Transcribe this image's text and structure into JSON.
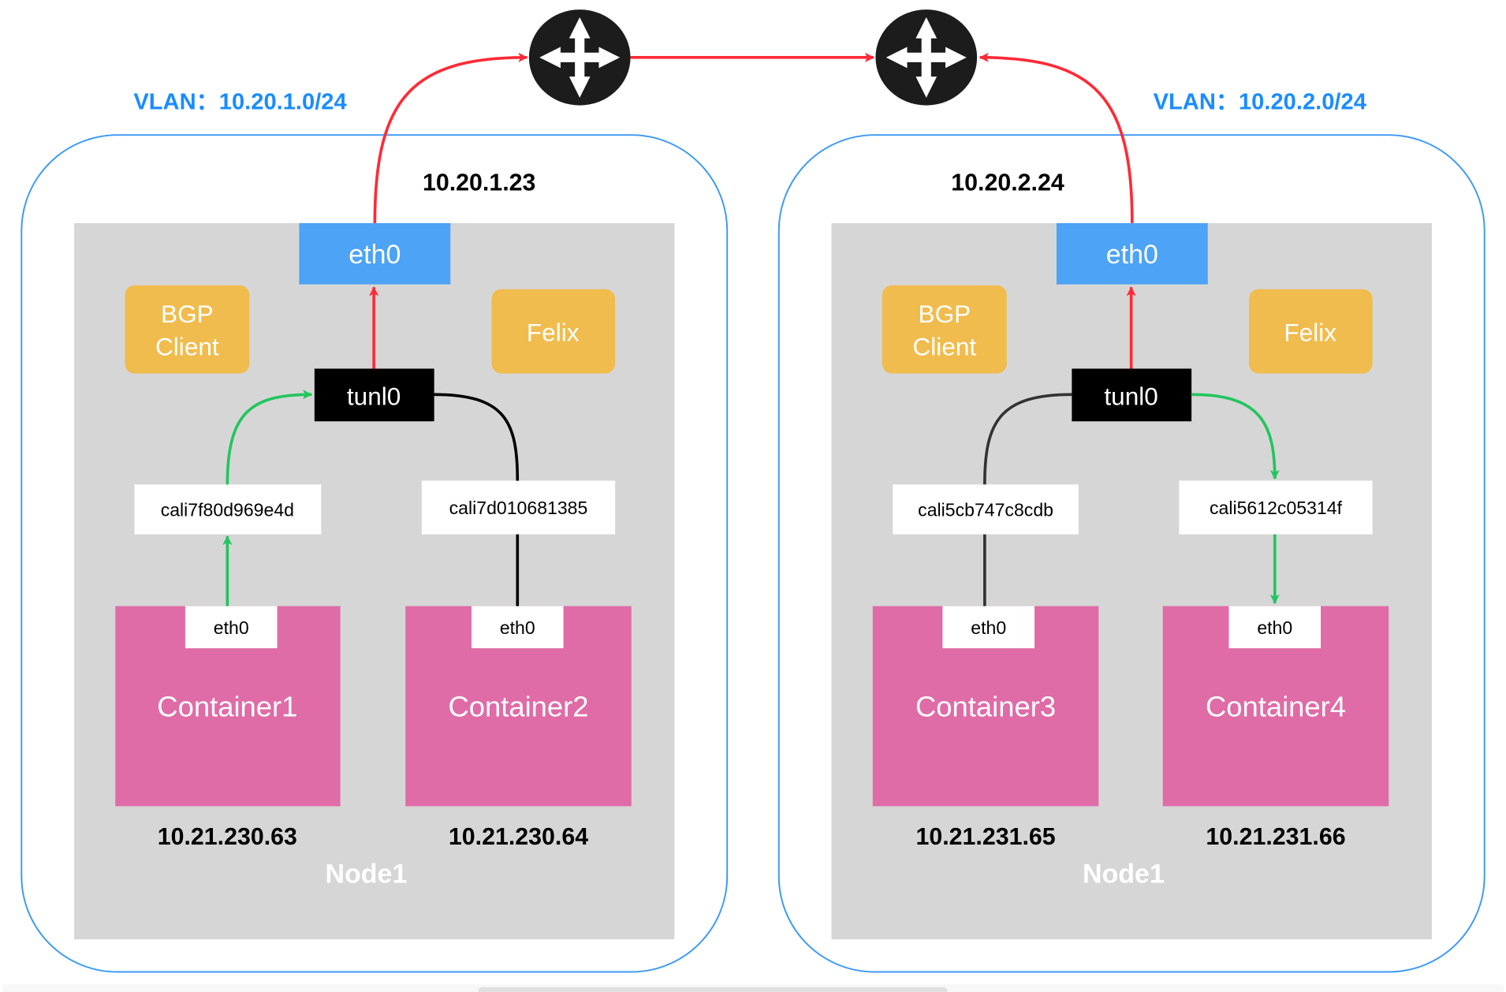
{
  "colors": {
    "vlan_border": "#3b99f5",
    "node_bg": "#d6d6d6",
    "eth0": "#4da3f5",
    "agent": "#f0bc4e",
    "container": "#df6ca7",
    "tunnel": "#000000",
    "red_path": "#ff2a36",
    "green_path": "#22c55e",
    "vlan_label": "#1a8cff"
  },
  "routers": [
    {
      "icon": "router-icon"
    },
    {
      "icon": "router-icon"
    }
  ],
  "nodes": [
    {
      "vlan": "VLAN：10.20.1.0/24",
      "host_ip": "10.20.1.23",
      "eth0": "eth0",
      "bgp": "BGP\nClient",
      "bgp_line1": "BGP",
      "bgp_line2": "Client",
      "felix": "Felix",
      "tunl0": "tunl0",
      "name": "Node1",
      "containers": [
        {
          "veth": "cali7f80d969e4d",
          "eth0": "eth0",
          "name": "Container1",
          "ip": "10.21.230.63"
        },
        {
          "veth": "cali7d010681385",
          "eth0": "eth0",
          "name": "Container2",
          "ip": "10.21.230.64"
        }
      ]
    },
    {
      "vlan": "VLAN：10.20.2.0/24",
      "host_ip": "10.20.2.24",
      "eth0": "eth0",
      "bgp_line1": "BGP",
      "bgp_line2": "Client",
      "felix": "Felix",
      "tunl0": "tunl0",
      "name": "Node1",
      "containers": [
        {
          "veth": "cali5cb747c8cdb",
          "eth0": "eth0",
          "name": "Container3",
          "ip": "10.21.231.65"
        },
        {
          "veth": "cali5612c05314f",
          "eth0": "eth0",
          "name": "Container4",
          "ip": "10.21.231.66"
        }
      ]
    }
  ]
}
